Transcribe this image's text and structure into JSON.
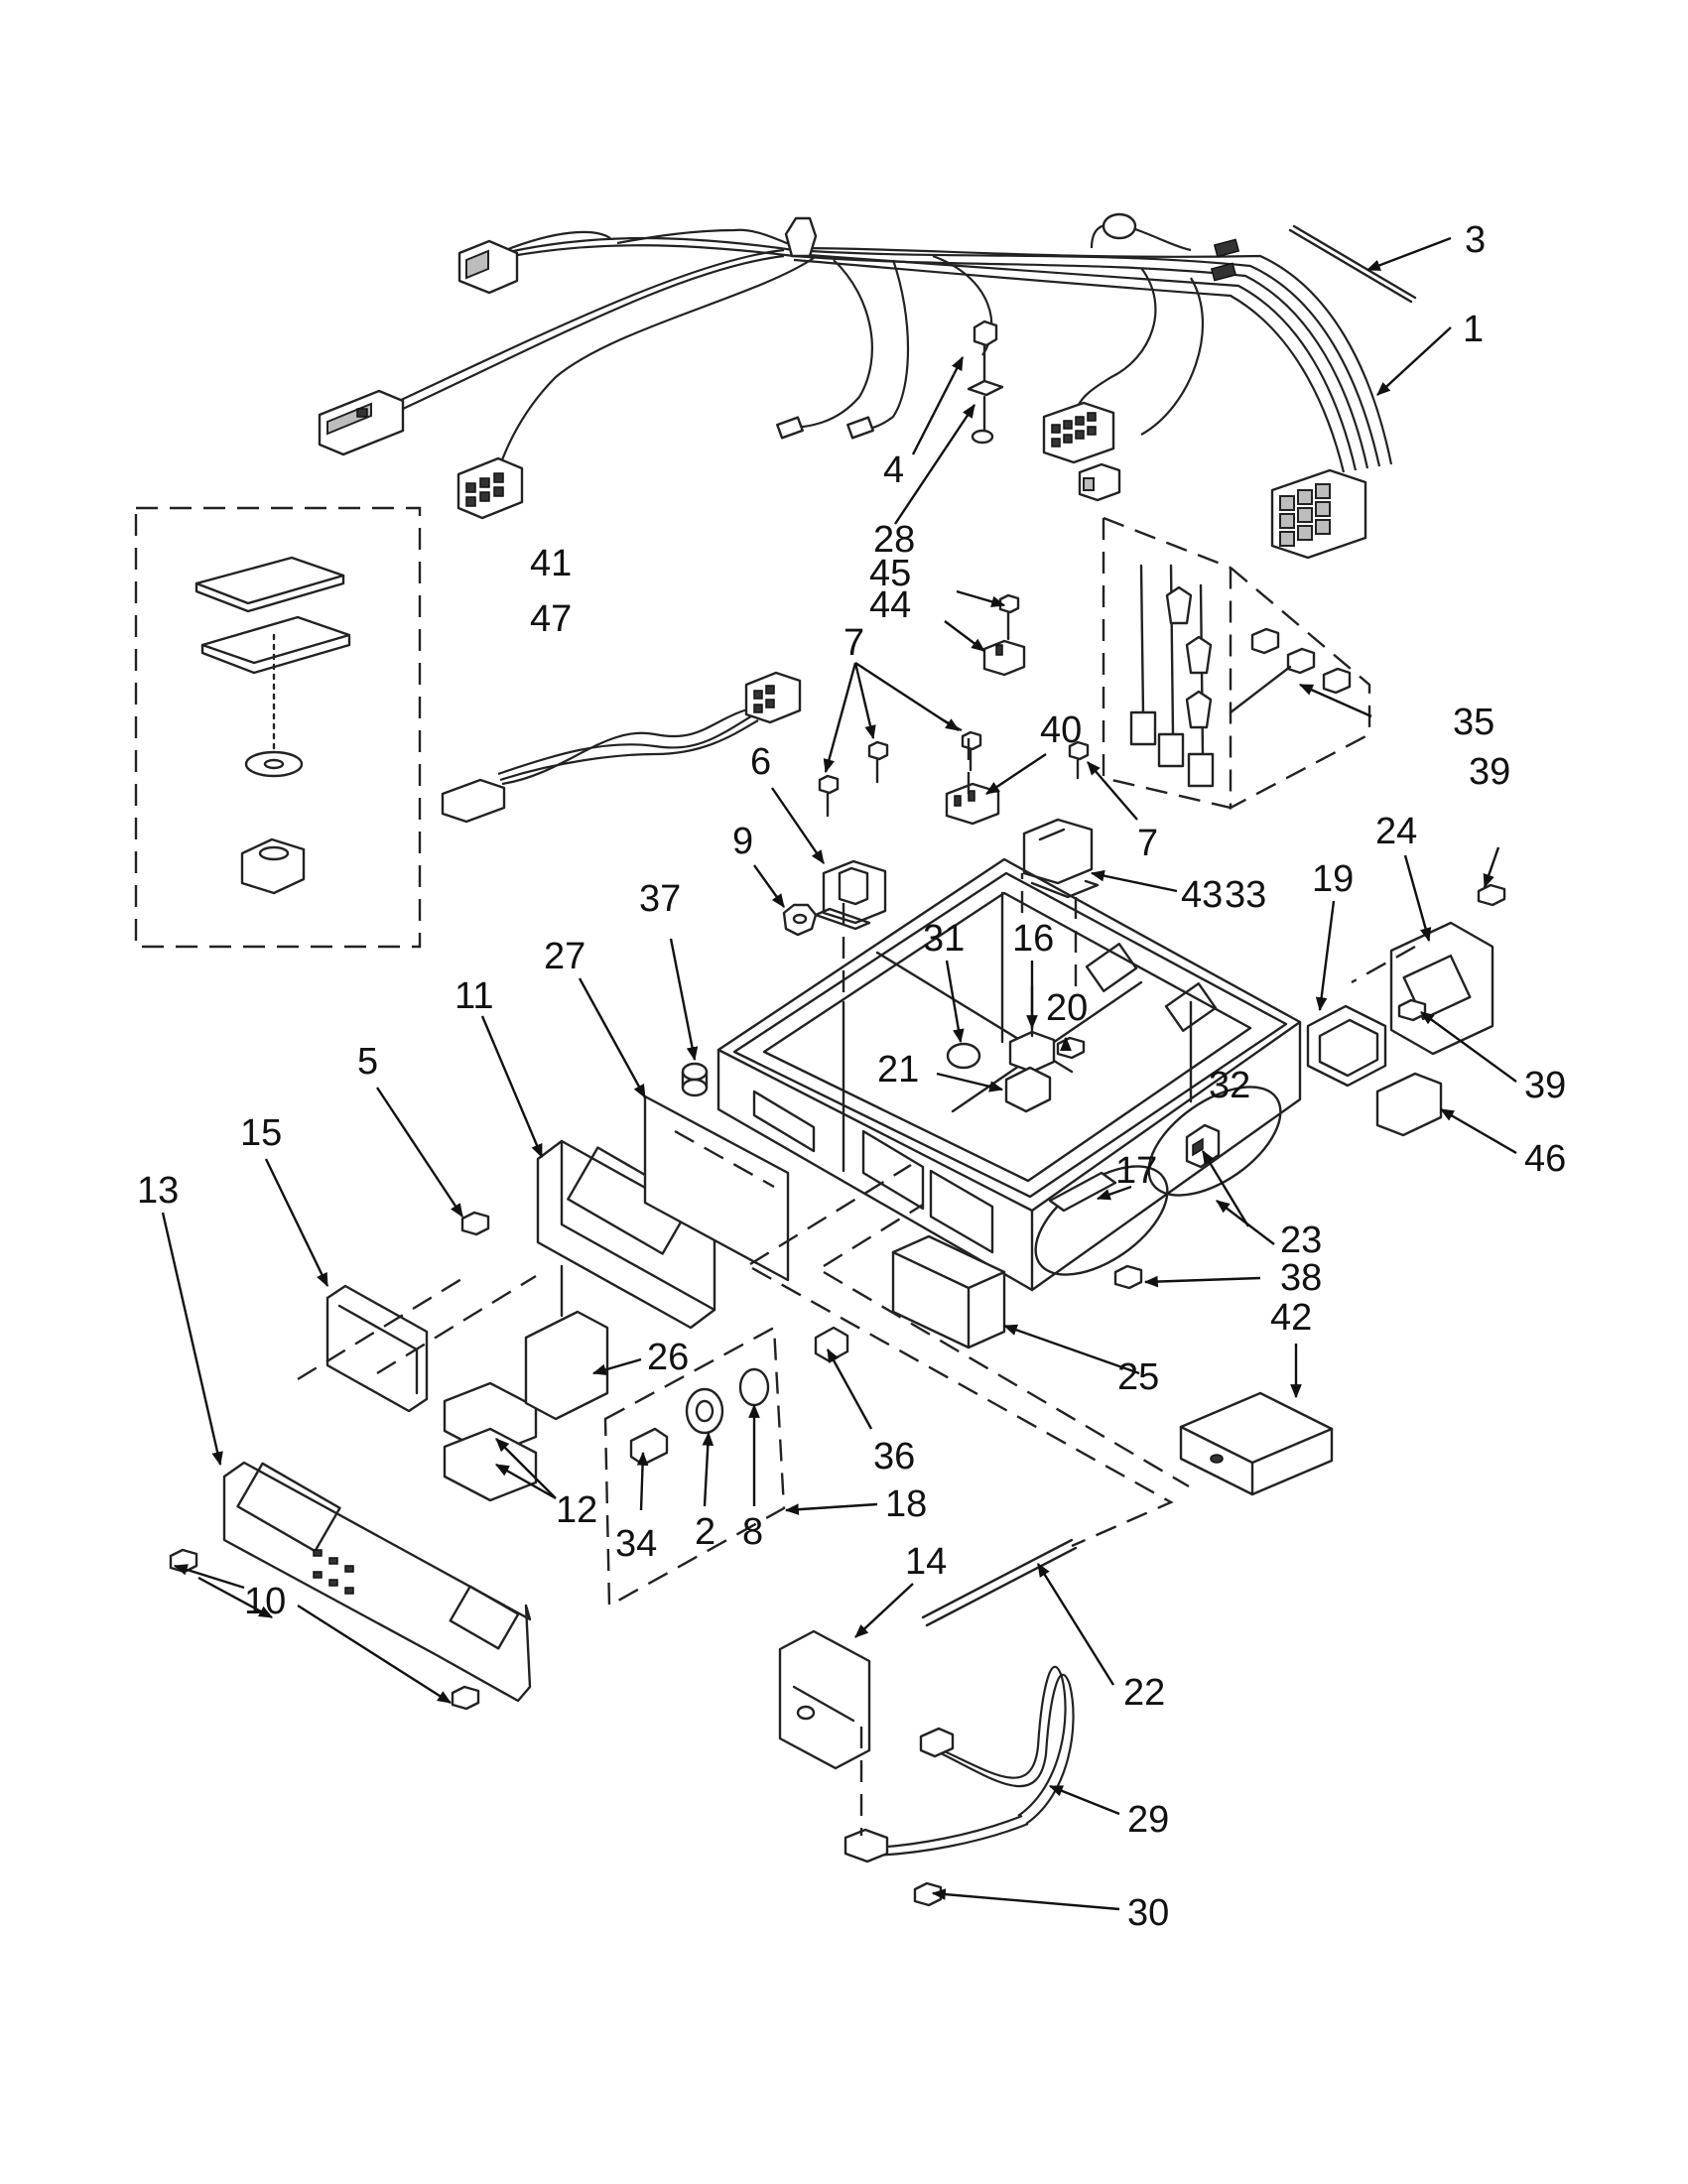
{
  "diagram": {
    "callouts": [
      {
        "id": "1",
        "text": "1"
      },
      {
        "id": "2",
        "text": "2"
      },
      {
        "id": "3",
        "text": "3"
      },
      {
        "id": "4",
        "text": "4"
      },
      {
        "id": "5",
        "text": "5"
      },
      {
        "id": "6",
        "text": "6"
      },
      {
        "id": "7a",
        "text": "7"
      },
      {
        "id": "7b",
        "text": "7"
      },
      {
        "id": "8",
        "text": "8"
      },
      {
        "id": "9",
        "text": "9"
      },
      {
        "id": "10",
        "text": "10"
      },
      {
        "id": "11",
        "text": "11"
      },
      {
        "id": "12",
        "text": "12"
      },
      {
        "id": "13",
        "text": "13"
      },
      {
        "id": "14",
        "text": "14"
      },
      {
        "id": "15",
        "text": "15"
      },
      {
        "id": "16",
        "text": "16"
      },
      {
        "id": "17",
        "text": "17"
      },
      {
        "id": "18",
        "text": "18"
      },
      {
        "id": "19",
        "text": "19"
      },
      {
        "id": "20",
        "text": "20"
      },
      {
        "id": "21",
        "text": "21"
      },
      {
        "id": "22",
        "text": "22"
      },
      {
        "id": "23",
        "text": "23"
      },
      {
        "id": "24",
        "text": "24"
      },
      {
        "id": "25",
        "text": "25"
      },
      {
        "id": "26",
        "text": "26"
      },
      {
        "id": "27",
        "text": "27"
      },
      {
        "id": "28",
        "text": "28"
      },
      {
        "id": "29",
        "text": "29"
      },
      {
        "id": "30",
        "text": "30"
      },
      {
        "id": "31",
        "text": "31"
      },
      {
        "id": "32",
        "text": "32"
      },
      {
        "id": "33",
        "text": "33"
      },
      {
        "id": "34",
        "text": "34"
      },
      {
        "id": "35",
        "text": "35"
      },
      {
        "id": "36",
        "text": "36"
      },
      {
        "id": "37",
        "text": "37"
      },
      {
        "id": "38",
        "text": "38"
      },
      {
        "id": "39a",
        "text": "39"
      },
      {
        "id": "39b",
        "text": "39"
      },
      {
        "id": "40",
        "text": "40"
      },
      {
        "id": "41",
        "text": "41"
      },
      {
        "id": "42",
        "text": "42"
      },
      {
        "id": "43",
        "text": "43"
      },
      {
        "id": "44",
        "text": "44"
      },
      {
        "id": "45",
        "text": "45"
      },
      {
        "id": "46",
        "text": "46"
      },
      {
        "id": "47",
        "text": "47"
      }
    ]
  }
}
